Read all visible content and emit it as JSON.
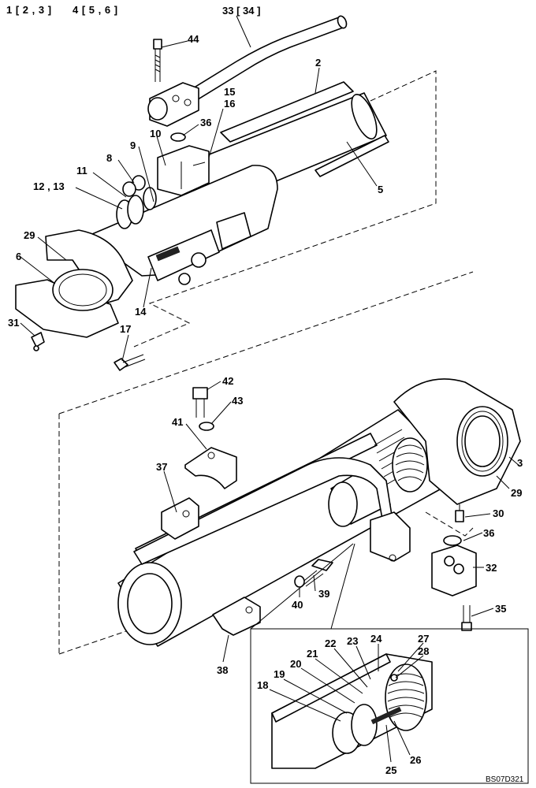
{
  "header": {
    "left": "1 [ 2 , 3 ]",
    "right": "4 [ 5 , 6 ]"
  },
  "drawing_code": "BS07D321",
  "callouts": {
    "c2": "2",
    "c3": "3",
    "c5": "5",
    "c6": "6",
    "c8": "8",
    "c9": "9",
    "c10": "10",
    "c11": "11",
    "c12_13": "12 , 13",
    "c14": "14",
    "c15": "15",
    "c16": "16",
    "c17": "17",
    "c18": "18",
    "c19": "19",
    "c20": "20",
    "c21": "21",
    "c22": "22",
    "c23": "23",
    "c24": "24",
    "c25": "25",
    "c26": "26",
    "c27": "27",
    "c28": "28",
    "c29a": "29",
    "c29b": "29",
    "c30": "30",
    "c31": "31",
    "c32": "32",
    "c33_34": "33 [ 34 ]",
    "c35": "35",
    "c36a": "36",
    "c36b": "36",
    "c37": "37",
    "c38": "38",
    "c39": "39",
    "c40": "40",
    "c41": "41",
    "c42": "42",
    "c43": "43",
    "c44": "44"
  }
}
